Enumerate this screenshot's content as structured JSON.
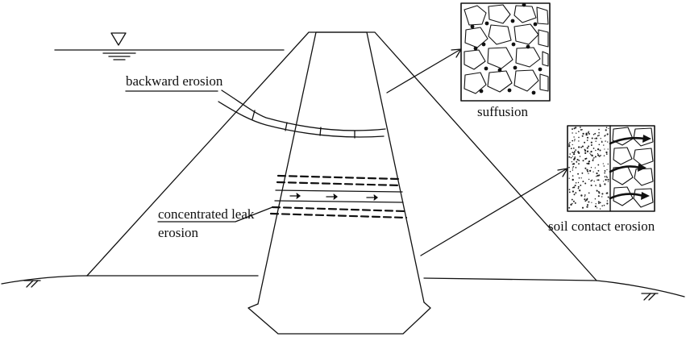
{
  "diagram": {
    "labels": {
      "backward_erosion": "backward erosion",
      "concentrated_leak_line1": "concentrated leak",
      "concentrated_leak_line2": "erosion",
      "suffusion": "suffusion",
      "soil_contact_erosion": "soil contact erosion"
    },
    "symbols": {
      "water_level": "water-level-triangle-icon",
      "ground": "ground-hatch-icon"
    },
    "colors": {
      "line": "#111111",
      "background": "#ffffff"
    }
  }
}
